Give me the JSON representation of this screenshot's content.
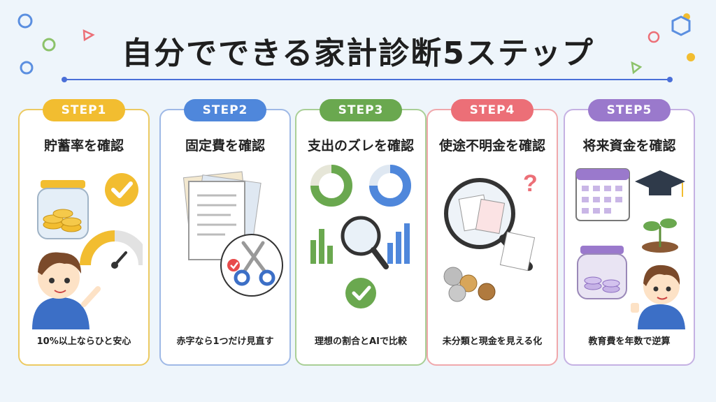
{
  "title": "自分でできる家計診断5ステップ",
  "steps": [
    {
      "badge": "STEP1",
      "heading": "貯蓄率を確認",
      "tip": "10%以上ならひと安心",
      "accent": "#f2bd30",
      "border": "#ecca62"
    },
    {
      "badge": "STEP2",
      "heading": "固定費を確認",
      "tip": "赤字なら1つだけ見直す",
      "accent": "#4f87db",
      "border": "#9fb9e6"
    },
    {
      "badge": "STEP3",
      "heading": "支出のズレを確認",
      "tip": "理想の割合とAIで比較",
      "accent": "#6aa84f",
      "border": "#a9cf96"
    },
    {
      "badge": "STEP4",
      "heading": "使途不明金を確認",
      "tip": "未分類と現金を見える化",
      "accent": "#ec6f77",
      "border": "#f0a8ac"
    },
    {
      "badge": "STEP5",
      "heading": "将来資金を確認",
      "tip": "教育費を年数で逆算",
      "accent": "#9a79cc",
      "border": "#c5b1e3"
    }
  ],
  "icons": {
    "step1": [
      "coin-jar-icon",
      "checkmark-icon",
      "gauge-icon",
      "boy-pointing-icon"
    ],
    "step2": [
      "documents-icon",
      "scissors-icon"
    ],
    "step3": [
      "donut-chart-icon",
      "bar-chart-icon",
      "magnifier-icon",
      "checkmark-icon"
    ],
    "step4": [
      "magnifier-icon",
      "question-mark-icon",
      "receipt-icon",
      "coins-icon"
    ],
    "step5": [
      "calendar-icon",
      "graduation-cap-icon",
      "sprout-icon",
      "coin-jar-icon",
      "boy-thumbs-up-icon"
    ]
  }
}
